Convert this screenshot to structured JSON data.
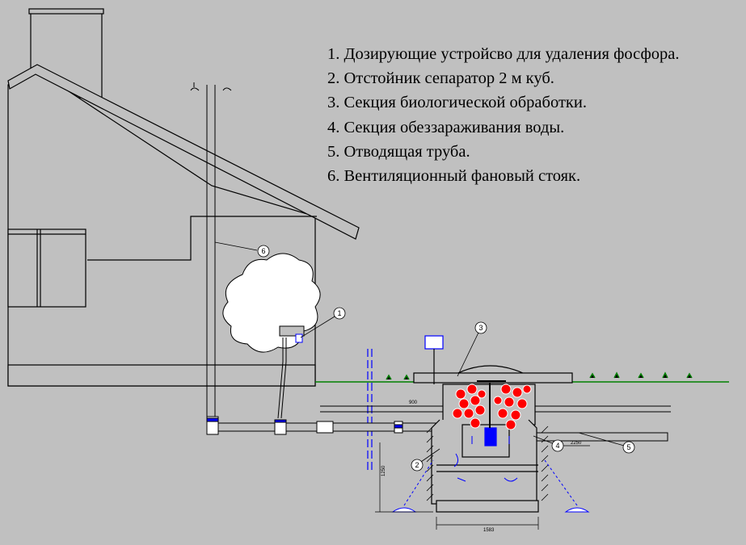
{
  "legend": [
    "1. Дозирующие устройсво для удаления фосфора.",
    "2. Отстойник сепаратор 2 м куб.",
    "3. Секция биологической обработки.",
    "4. Секция обеззараживания воды.",
    "5. Отводящая труба.",
    "6. Вентиляционный фановый стояк."
  ],
  "callouts": [
    "1",
    "2",
    "3",
    "4",
    "5",
    "6"
  ],
  "dimensions": {
    "top_depth": "900",
    "depth": "1250",
    "outlet_height": "2250",
    "width": "1583"
  },
  "colors": {
    "background": "#c0c0c0",
    "line": "#000000",
    "pipe_blue": "#0000ff",
    "fill_white": "#ffffff",
    "ground_green": "#008000",
    "media_red": "#ff0000"
  }
}
